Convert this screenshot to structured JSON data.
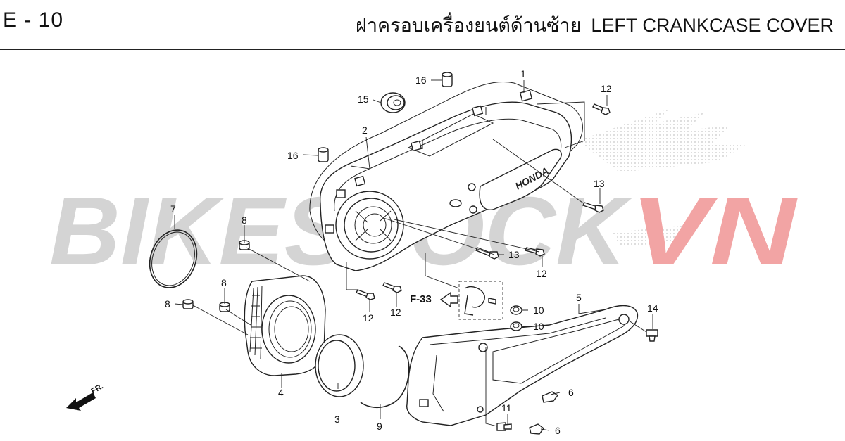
{
  "header": {
    "page_code": "E - 10",
    "title_th": "ฝาครอบเครื่องยนต์ด้านซ้าย",
    "title_en": "LEFT CRANKCASE COVER"
  },
  "watermark": {
    "part1": "BIKESTOCK",
    "part2": "VN"
  },
  "callouts": [
    {
      "id": "c1",
      "label": "1"
    },
    {
      "id": "c2",
      "label": "2"
    },
    {
      "id": "c3",
      "label": "3"
    },
    {
      "id": "c4",
      "label": "4"
    },
    {
      "id": "c5",
      "label": "5"
    },
    {
      "id": "c6a",
      "label": "6"
    },
    {
      "id": "c6b",
      "label": "6"
    },
    {
      "id": "c7",
      "label": "7"
    },
    {
      "id": "c8a",
      "label": "8"
    },
    {
      "id": "c8b",
      "label": "8"
    },
    {
      "id": "c8c",
      "label": "8"
    },
    {
      "id": "c9",
      "label": "9"
    },
    {
      "id": "c10a",
      "label": "10"
    },
    {
      "id": "c10b",
      "label": "10"
    },
    {
      "id": "c11",
      "label": "11"
    },
    {
      "id": "c12a",
      "label": "12"
    },
    {
      "id": "c12b",
      "label": "12"
    },
    {
      "id": "c12c",
      "label": "12"
    },
    {
      "id": "c12d",
      "label": "12"
    },
    {
      "id": "c13a",
      "label": "13"
    },
    {
      "id": "c13b",
      "label": "13"
    },
    {
      "id": "c14",
      "label": "14"
    },
    {
      "id": "c15",
      "label": "15"
    },
    {
      "id": "c16a",
      "label": "16"
    },
    {
      "id": "c16b",
      "label": "16"
    }
  ],
  "cross_reference": "F-33",
  "direction_label": "FR.",
  "cover_emblem": "HONDA"
}
